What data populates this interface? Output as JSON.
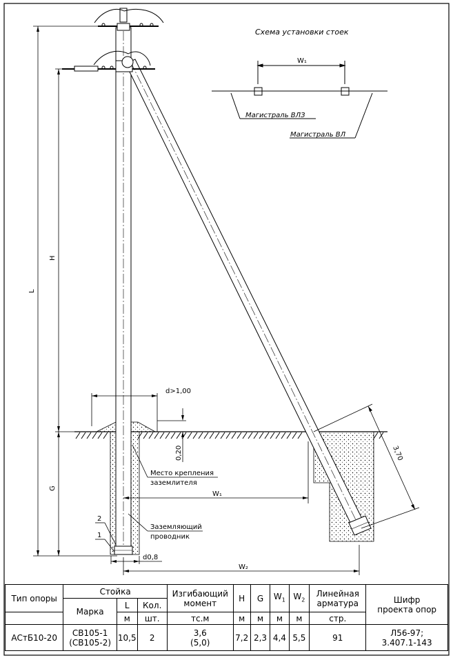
{
  "drawing": {
    "scheme_title": "Схема установки стоек",
    "labels": {
      "w1_top": "W₁",
      "trunk_vlz": "Магистраль ВЛЗ",
      "trunk_vl": "Магистраль ВЛ",
      "H": "H",
      "L": "L",
      "G": "G",
      "d_min": "d>1,00",
      "depth_020": "0,20",
      "ground_place_1": "Место крепления",
      "ground_place_2": "заземлителя",
      "w1_bottom": "W₁",
      "conductor_1": "Заземляющий",
      "conductor_2": "проводник",
      "item_2": "2",
      "item_1": "1",
      "d08": "d0,8",
      "w2": "W₂",
      "brace_len": "3,70"
    }
  },
  "table": {
    "headers": {
      "type": "Тип опоры",
      "stand": "Стойка",
      "moment_1": "Изгибающий",
      "moment_2": "момент",
      "H": "H",
      "G": "G",
      "W1": "W",
      "W1_sub": "1",
      "W2": "W",
      "W2_sub": "2",
      "fittings_1": "Линейная",
      "fittings_2": "арматура",
      "code_1": "Шифр",
      "code_2": "проекта опор",
      "mark": "Марка",
      "L": "L",
      "qty": "Кол."
    },
    "units": {
      "L": "м",
      "qty": "шт.",
      "moment": "тс.м",
      "H": "м",
      "G": "м",
      "W1": "м",
      "W2": "м",
      "fittings": "стр."
    },
    "row": {
      "type": "АСтБ10-20",
      "mark_1": "СВ105-1",
      "mark_2": "(СВ105-2)",
      "L": "10,5",
      "qty": "2",
      "moment_1": "3,6",
      "moment_2": "(5,0)",
      "H": "7,2",
      "G": "2,3",
      "W1": "4,4",
      "W2": "5,5",
      "fittings": "91",
      "code_1": "Л56-97;",
      "code_2": "3.407.1-143"
    }
  }
}
